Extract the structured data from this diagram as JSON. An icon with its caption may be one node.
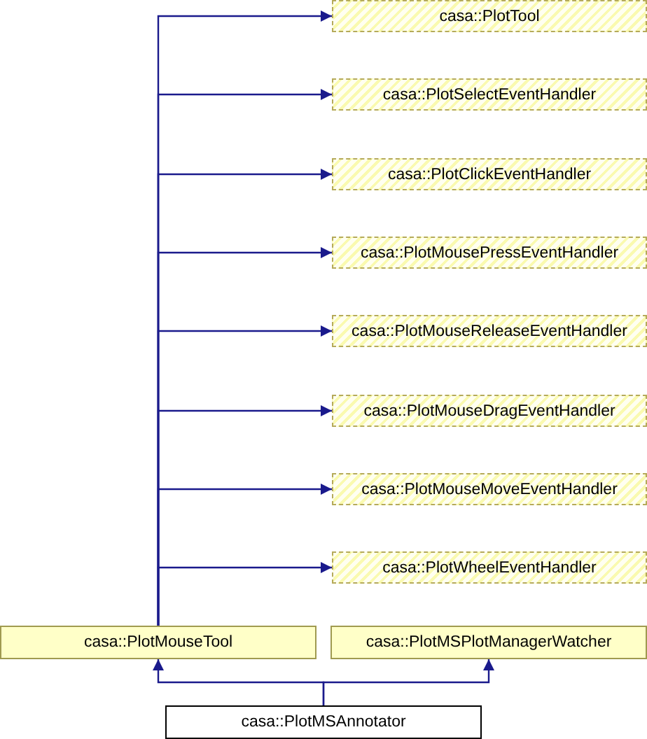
{
  "diagram": {
    "nodes": [
      {
        "text": [
          "casa::PlotTool"
        ]
      },
      {
        "text": [
          "casa::PlotSelectEventHandler"
        ]
      },
      {
        "text": [
          "casa::PlotClickEventHandler"
        ]
      },
      {
        "text": [
          "casa::PlotMousePressEventHandler"
        ]
      },
      {
        "text": [
          "casa::PlotMouseReleaseEventHandler"
        ]
      },
      {
        "text": [
          "casa::PlotMouseDragEventHandler"
        ]
      },
      {
        "text": [
          "casa::PlotMouseMoveEventHandler"
        ]
      },
      {
        "text": [
          "casa::PlotWheelEventHandler"
        ]
      },
      {
        "text": [
          "casa::PlotMouseTool"
        ]
      },
      {
        "text": [
          "casa::PlotMSPlotManagerWatcher"
        ]
      },
      {
        "text": [
          "casa::PlotMSAnnotator"
        ]
      }
    ],
    "edges": [
      {
        "from": 8,
        "to": 0,
        "arrow": "to"
      },
      {
        "from": 8,
        "to": 1,
        "arrow": "to"
      },
      {
        "from": 8,
        "to": 2,
        "arrow": "to"
      },
      {
        "from": 8,
        "to": 3,
        "arrow": "to"
      },
      {
        "from": 8,
        "to": 4,
        "arrow": "to"
      },
      {
        "from": 8,
        "to": 5,
        "arrow": "to"
      },
      {
        "from": 8,
        "to": 6,
        "arrow": "to"
      },
      {
        "from": 8,
        "to": 7,
        "arrow": "to"
      },
      {
        "from": 10,
        "to": 8,
        "arrow": "to"
      },
      {
        "from": 10,
        "to": 9,
        "arrow": "to"
      }
    ]
  }
}
